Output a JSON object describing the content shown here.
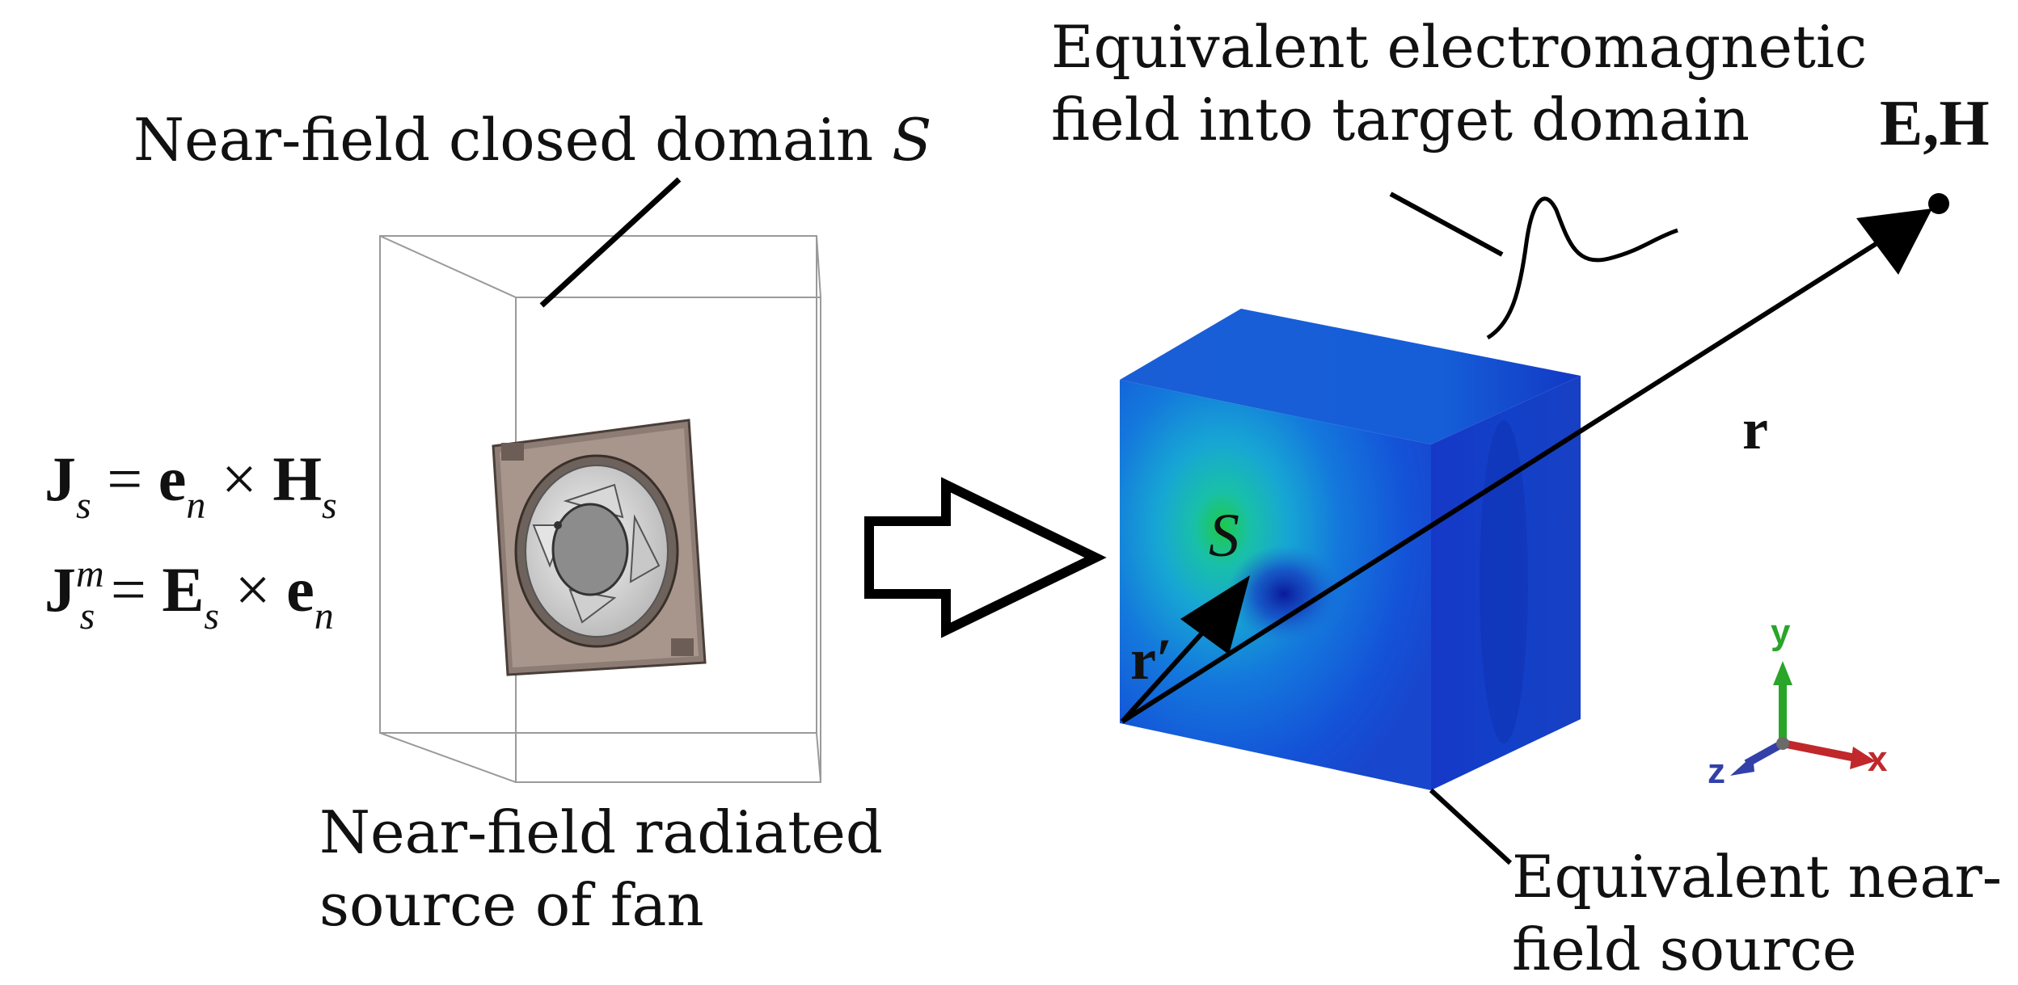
{
  "labels": {
    "closed_domain_text": "Near-field closed domain ",
    "closed_domain_symbol": "S",
    "equiv_field_line1": "Equivalent electromagnetic",
    "equiv_field_line2": "field into target domain",
    "eh": "E,H",
    "r": "r",
    "r_prime": "r′",
    "s_symbol": "S",
    "fan_source_line1": "Near-field radiated",
    "fan_source_line2": "source of fan",
    "equiv_source_line1": "Equivalent near-",
    "equiv_source_line2": "field source"
  },
  "equations": {
    "eq1": {
      "lhs": "J",
      "lhs_sub": "s",
      "eq": " = ",
      "a": "e",
      "a_sub": "n",
      "op": " × ",
      "b": "H",
      "b_sub": "s"
    },
    "eq2": {
      "lhs": "J",
      "lhs_sup": "m",
      "lhs_sub": "s",
      "eq": " = ",
      "a": "E",
      "a_sub": "s",
      "op": " × ",
      "b": "e",
      "b_sub": "n"
    }
  },
  "axes": {
    "x": "x",
    "y": "y",
    "z": "z"
  },
  "colors": {
    "x_axis": "#c0282c",
    "y_axis": "#2aa52a",
    "z_axis": "#3340a8",
    "box_front": "#1a50d8",
    "box_hotspot": "#22c85a",
    "box_cold": "#0a2a9c",
    "fan_frame": "#8a7a72"
  }
}
